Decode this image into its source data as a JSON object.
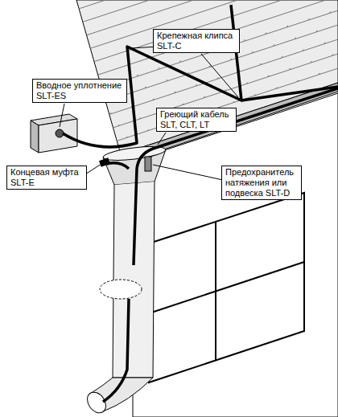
{
  "diagram": {
    "nodes": [
      {
        "text": [
          "Крепежная клипса SLT-C"
        ]
      },
      {
        "text": [
          "Вводное уплотнение SLT-ES"
        ]
      },
      {
        "text": [
          "Греющий кабель SLT, CLT, LT"
        ]
      },
      {
        "text": [
          "Концевая муфта SLT-E"
        ]
      },
      {
        "text": [
          "Предохранитель натяжения или подвеска SLT-D"
        ]
      }
    ]
  }
}
